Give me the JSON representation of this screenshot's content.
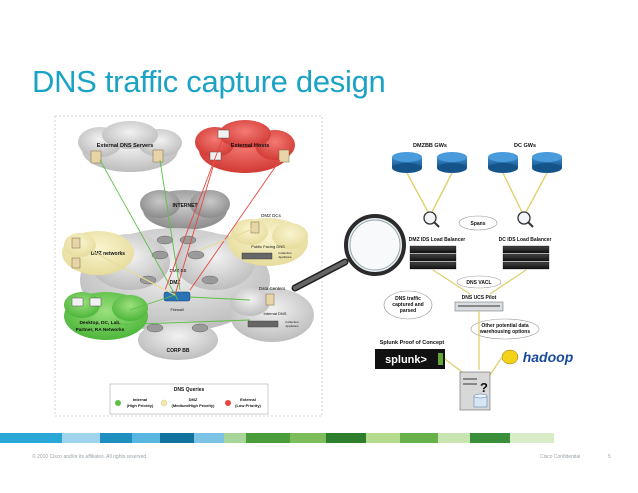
{
  "slide": {
    "title": "DNS traffic capture design",
    "footer_left": "© 2010 Cisco and/or its affiliates. All rights reserved.",
    "footer_center": "Cisco Confidential",
    "page_number": "5"
  },
  "left_diagram": {
    "clouds": {
      "external_dns": "External DNS Servers",
      "external_hosts": "External Hosts",
      "internet": "INTERNET",
      "dmz_networks": "DMZ networks",
      "desktop": [
        "Desktop, DC, Lab,",
        "Partner, RA Networks"
      ],
      "corp_bb": "CORP BB"
    },
    "labels": {
      "isp_gw": "ISP GW",
      "dmz_dcs": "DMZ DCs",
      "public_dns": "Public Facing DNS",
      "collection_appliance": [
        "Collection",
        "Appliance"
      ],
      "dmz_bb": "DMZ BB",
      "dmz": "DMZ",
      "data_centers": "Data Centers",
      "internal_dns": "Internal DNS",
      "firewall": "Firewall"
    },
    "legend": {
      "title": "DNS Queries",
      "items": [
        {
          "line1": "Internal",
          "line2": "(High Priority)",
          "color": "#5fbf45"
        },
        {
          "line1": "DMZ",
          "line2": "(Medium/High Priority)",
          "color": "#f3e9a3"
        },
        {
          "line1": "External",
          "line2": "(Low Priority)",
          "color": "#e8463f"
        }
      ]
    }
  },
  "right_diagram": {
    "dmzbb_gws": "DMZBB GWs",
    "dc_gws": "DC GWs",
    "spans": "Spans",
    "dmz_ids_lb": "DMZ IDS Load Balancer",
    "dc_ids_lb": "DC IDS Load Balancer",
    "dns_vacl": "DNS VACL",
    "dns_ucs_pilot": "DNS UCS Pilot",
    "dns_traffic": [
      "DNS traffic",
      "captured and",
      "parsed"
    ],
    "other_potential": [
      "Other potential data",
      "warehousing options"
    ],
    "splunk_poc": "Splunk Proof of Concept",
    "splunk_logo": "splunk>",
    "hadoop_logo": "hadoop",
    "question": "?"
  },
  "colors": {
    "title": "#1ba3c6",
    "internal": "#5fbf45",
    "dmz": "#f3e9a3",
    "external": "#e8463f",
    "router_blue": "#1f6fb0"
  }
}
